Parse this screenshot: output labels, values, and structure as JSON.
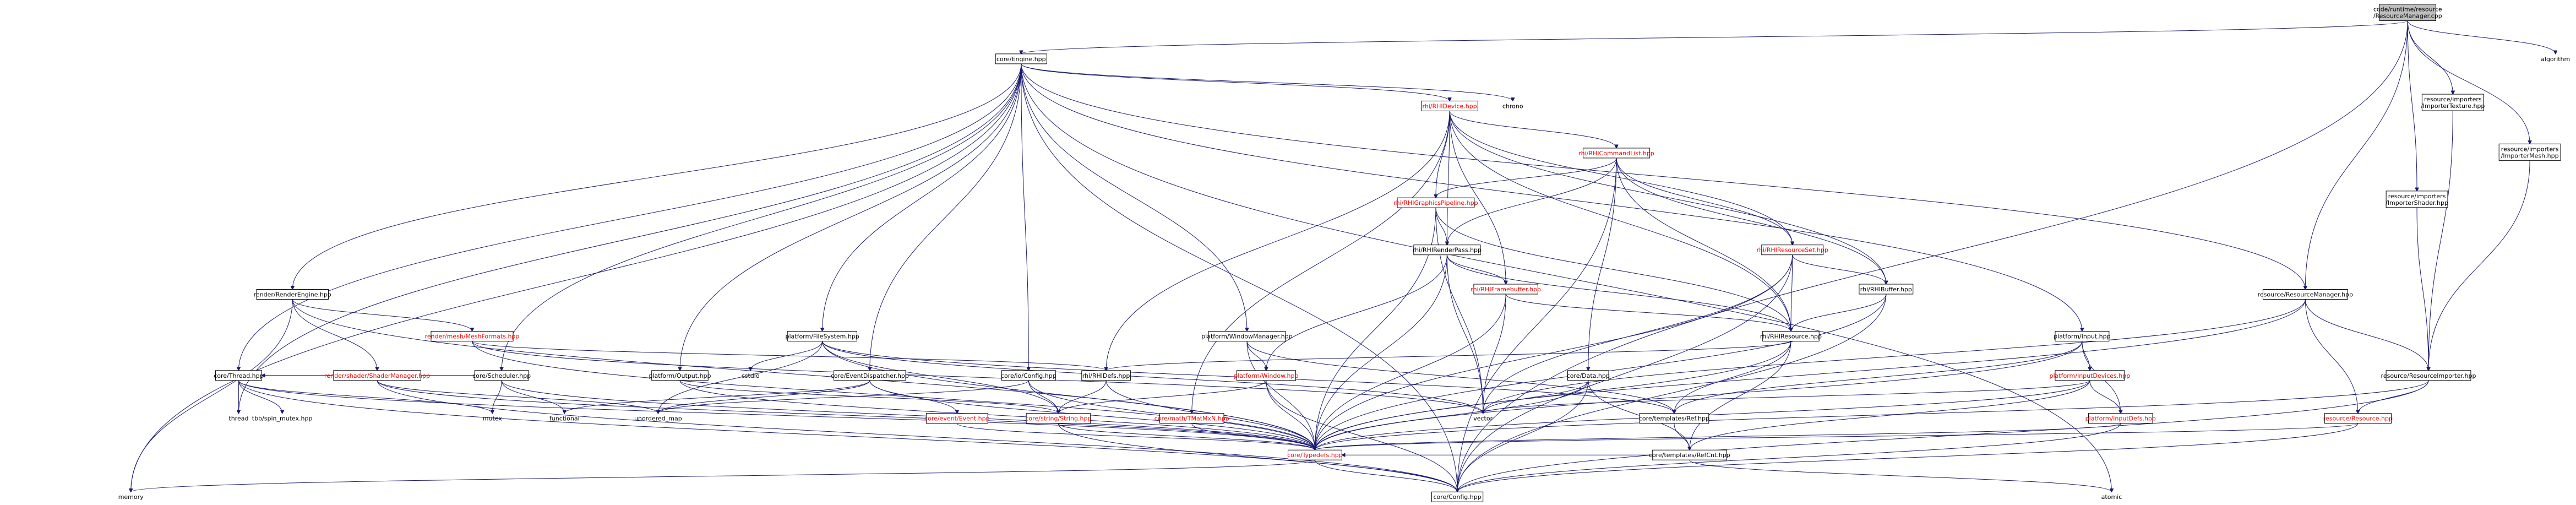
{
  "graph": {
    "nodes": [
      {
        "id": "root",
        "lines": [
          "code/runtime/resource",
          "/ResourceManager.cpp"
        ],
        "style": "root"
      },
      {
        "id": "engine",
        "lines": [
          "core/Engine.hpp"
        ],
        "style": "normal"
      },
      {
        "id": "algorithm",
        "lines": [
          "algorithm"
        ],
        "style": "plain"
      },
      {
        "id": "importer_texture",
        "lines": [
          "resource/importers",
          "/ImporterTexture.hpp"
        ],
        "style": "normal"
      },
      {
        "id": "importer_mesh",
        "lines": [
          "resource/importers",
          "/ImporterMesh.hpp"
        ],
        "style": "normal"
      },
      {
        "id": "importer_shader",
        "lines": [
          "resource/importers",
          "/ImporterShader.hpp"
        ],
        "style": "normal"
      },
      {
        "id": "rhidevice",
        "lines": [
          "rhi/RHIDevice.hpp"
        ],
        "style": "red"
      },
      {
        "id": "chrono",
        "lines": [
          "chrono"
        ],
        "style": "plain"
      },
      {
        "id": "rhicmdlist",
        "lines": [
          "rhi/RHICommandList.hpp"
        ],
        "style": "red"
      },
      {
        "id": "rhigfxpipe",
        "lines": [
          "rhi/RHIGraphicsPipeline.hpp"
        ],
        "style": "red"
      },
      {
        "id": "rhirenderpass",
        "lines": [
          "rhi/RHIRenderPass.hpp"
        ],
        "style": "normal"
      },
      {
        "id": "rhiresset",
        "lines": [
          "rhi/RHIResourceSet.hpp"
        ],
        "style": "red"
      },
      {
        "id": "rhiframebuf",
        "lines": [
          "rhi/RHIFramebuffer.hpp"
        ],
        "style": "red"
      },
      {
        "id": "rhibuffer",
        "lines": [
          "rhi/RHIBuffer.hpp"
        ],
        "style": "normal"
      },
      {
        "id": "rhiresource",
        "lines": [
          "rhi/RHIResource.hpp"
        ],
        "style": "normal"
      },
      {
        "id": "rhidefs",
        "lines": [
          "rhi/RHIDefs.hpp"
        ],
        "style": "normal"
      },
      {
        "id": "renderengine",
        "lines": [
          "render/RenderEngine.hpp"
        ],
        "style": "normal"
      },
      {
        "id": "meshformats",
        "lines": [
          "render/mesh/MeshFormats.hpp"
        ],
        "style": "red"
      },
      {
        "id": "shadermgr",
        "lines": [
          "render/shader/ShaderManager.hpp"
        ],
        "style": "red"
      },
      {
        "id": "thread",
        "lines": [
          "core/Thread.hpp"
        ],
        "style": "normal"
      },
      {
        "id": "thread_std",
        "lines": [
          "thread"
        ],
        "style": "plain"
      },
      {
        "id": "tbb_mutex",
        "lines": [
          "tbb/spin_mutex.hpp"
        ],
        "style": "plain"
      },
      {
        "id": "scheduler",
        "lines": [
          "core/Scheduler.hpp"
        ],
        "style": "normal"
      },
      {
        "id": "mutex",
        "lines": [
          "mutex"
        ],
        "style": "plain"
      },
      {
        "id": "functional",
        "lines": [
          "functional"
        ],
        "style": "plain"
      },
      {
        "id": "filesystem",
        "lines": [
          "platform/FileSystem.hpp"
        ],
        "style": "normal"
      },
      {
        "id": "cstdio",
        "lines": [
          "cstdio"
        ],
        "style": "plain"
      },
      {
        "id": "output",
        "lines": [
          "platform/Output.hpp"
        ],
        "style": "normal"
      },
      {
        "id": "unordered_map",
        "lines": [
          "unordered_map"
        ],
        "style": "plain"
      },
      {
        "id": "eventdispatcher",
        "lines": [
          "core/EventDispatcher.hpp"
        ],
        "style": "normal"
      },
      {
        "id": "ioconfig",
        "lines": [
          "core/io/Config.hpp"
        ],
        "style": "normal"
      },
      {
        "id": "event",
        "lines": [
          "core/event/Event.hpp"
        ],
        "style": "red"
      },
      {
        "id": "string",
        "lines": [
          "core/string/String.hpp"
        ],
        "style": "red"
      },
      {
        "id": "windowmgr",
        "lines": [
          "platform/WindowManager.hpp"
        ],
        "style": "normal"
      },
      {
        "id": "window",
        "lines": [
          "platform/Window.hpp"
        ],
        "style": "red"
      },
      {
        "id": "tmatmxn",
        "lines": [
          "core/math/TMatMxN.hpp"
        ],
        "style": "red"
      },
      {
        "id": "data",
        "lines": [
          "core/Data.hpp"
        ],
        "style": "normal"
      },
      {
        "id": "vector",
        "lines": [
          "vector"
        ],
        "style": "plain"
      },
      {
        "id": "ref",
        "lines": [
          "core/templates/Ref.hpp"
        ],
        "style": "normal"
      },
      {
        "id": "refcnt",
        "lines": [
          "core/templates/RefCnt.hpp"
        ],
        "style": "normal"
      },
      {
        "id": "input",
        "lines": [
          "platform/Input.hpp"
        ],
        "style": "normal"
      },
      {
        "id": "inputdevices",
        "lines": [
          "platform/InputDevices.hpp"
        ],
        "style": "red"
      },
      {
        "id": "inputdefs",
        "lines": [
          "platform/InputDefs.hpp"
        ],
        "style": "red"
      },
      {
        "id": "resmgr_hpp",
        "lines": [
          "resource/ResourceManager.hpp"
        ],
        "style": "normal"
      },
      {
        "id": "resimporter",
        "lines": [
          "resource/ResourceImporter.hpp"
        ],
        "style": "normal"
      },
      {
        "id": "resource",
        "lines": [
          "resource/Resource.hpp"
        ],
        "style": "red"
      },
      {
        "id": "typedefs",
        "lines": [
          "core/Typedefs.hpp"
        ],
        "style": "red"
      },
      {
        "id": "memory",
        "lines": [
          "memory"
        ],
        "style": "plain"
      },
      {
        "id": "config",
        "lines": [
          "core/Config.hpp"
        ],
        "style": "normal"
      },
      {
        "id": "atomic",
        "lines": [
          "atomic"
        ],
        "style": "plain"
      }
    ]
  }
}
